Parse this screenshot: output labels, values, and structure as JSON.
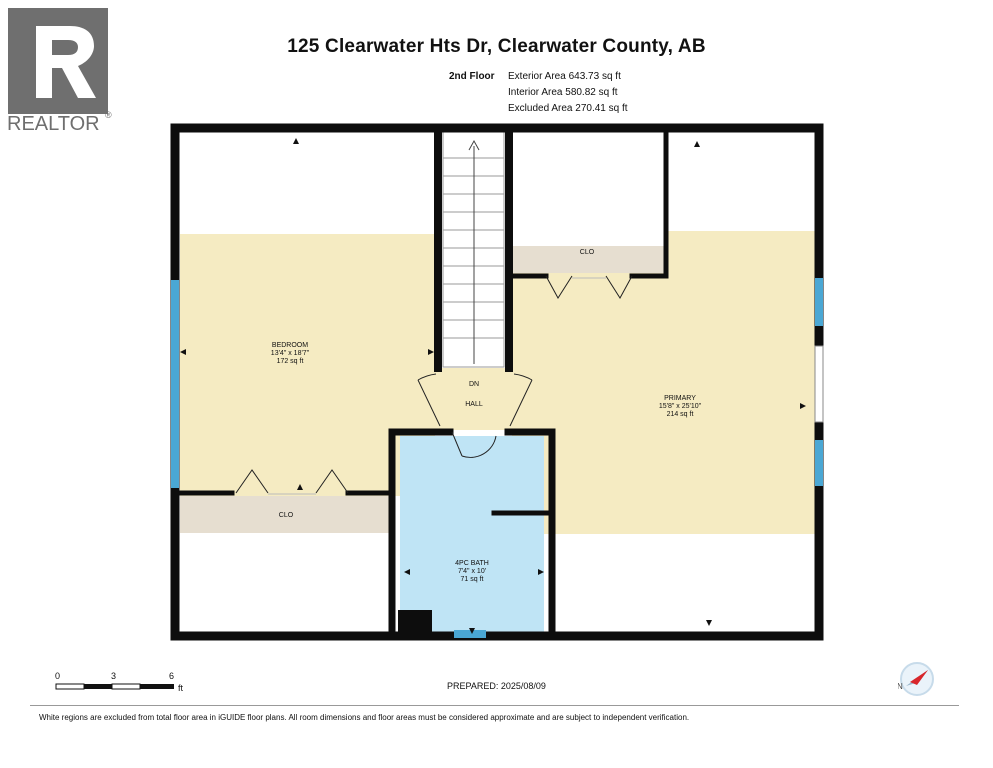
{
  "brand": {
    "name": "REALTOR",
    "reg_mark": "®"
  },
  "title": "125 Clearwater Hts Dr, Clearwater County, AB",
  "floor": {
    "label": "2nd Floor",
    "exterior_area": "Exterior Area 643.73 sq ft",
    "interior_area": "Interior Area 580.82 sq ft",
    "excluded_area": "Excluded Area 270.41 sq ft"
  },
  "rooms": {
    "bedroom": {
      "name": "BEDROOM",
      "dims": "13'4\" x 18'7\"",
      "area": "172 sq ft"
    },
    "primary": {
      "name": "PRIMARY",
      "dims": "15'8\" x 25'10\"",
      "area": "214 sq ft"
    },
    "bath": {
      "name": "4PC BATH",
      "dims": "7'4\" x 10'",
      "area": "71 sq ft"
    },
    "hall": {
      "name": "HALL"
    },
    "stairs": {
      "label": "DN"
    },
    "closet_primary": {
      "name": "CLO"
    },
    "closet_bedroom": {
      "name": "CLO"
    }
  },
  "scale": {
    "ticks": [
      "0",
      "3",
      "6"
    ],
    "unit": "ft"
  },
  "prepared": "PREPARED: 2025/08/09",
  "disclaimer": "White regions are excluded from total floor area in iGUIDE floor plans. All room dimensions and floor areas must be considered approximate and are subject to independent verification.",
  "colors": {
    "wall": "#0d0d0d",
    "room_fill": "#f5ebc2",
    "bath_fill": "#bfe4f5",
    "closet_fill": "#e6ded0",
    "window": "#4aa7d4",
    "logo": "#6f6f6f"
  }
}
